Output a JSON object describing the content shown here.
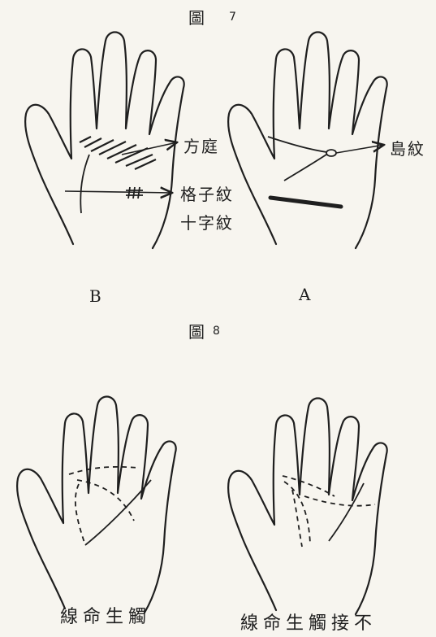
{
  "figure7": {
    "title_char": "圖",
    "number": "7",
    "label_B": "B",
    "label_A": "A",
    "annotations": {
      "fangting": "方庭",
      "gezi": "格子紋",
      "shizi": "十字紋",
      "dao": "島紋"
    }
  },
  "figure8": {
    "title_char": "圖",
    "number": "8",
    "caption_left": "線命生觸",
    "caption_right": "線命生觸接不"
  },
  "colors": {
    "ink": "#1f1f1f",
    "paper": "#f7f5ef"
  }
}
